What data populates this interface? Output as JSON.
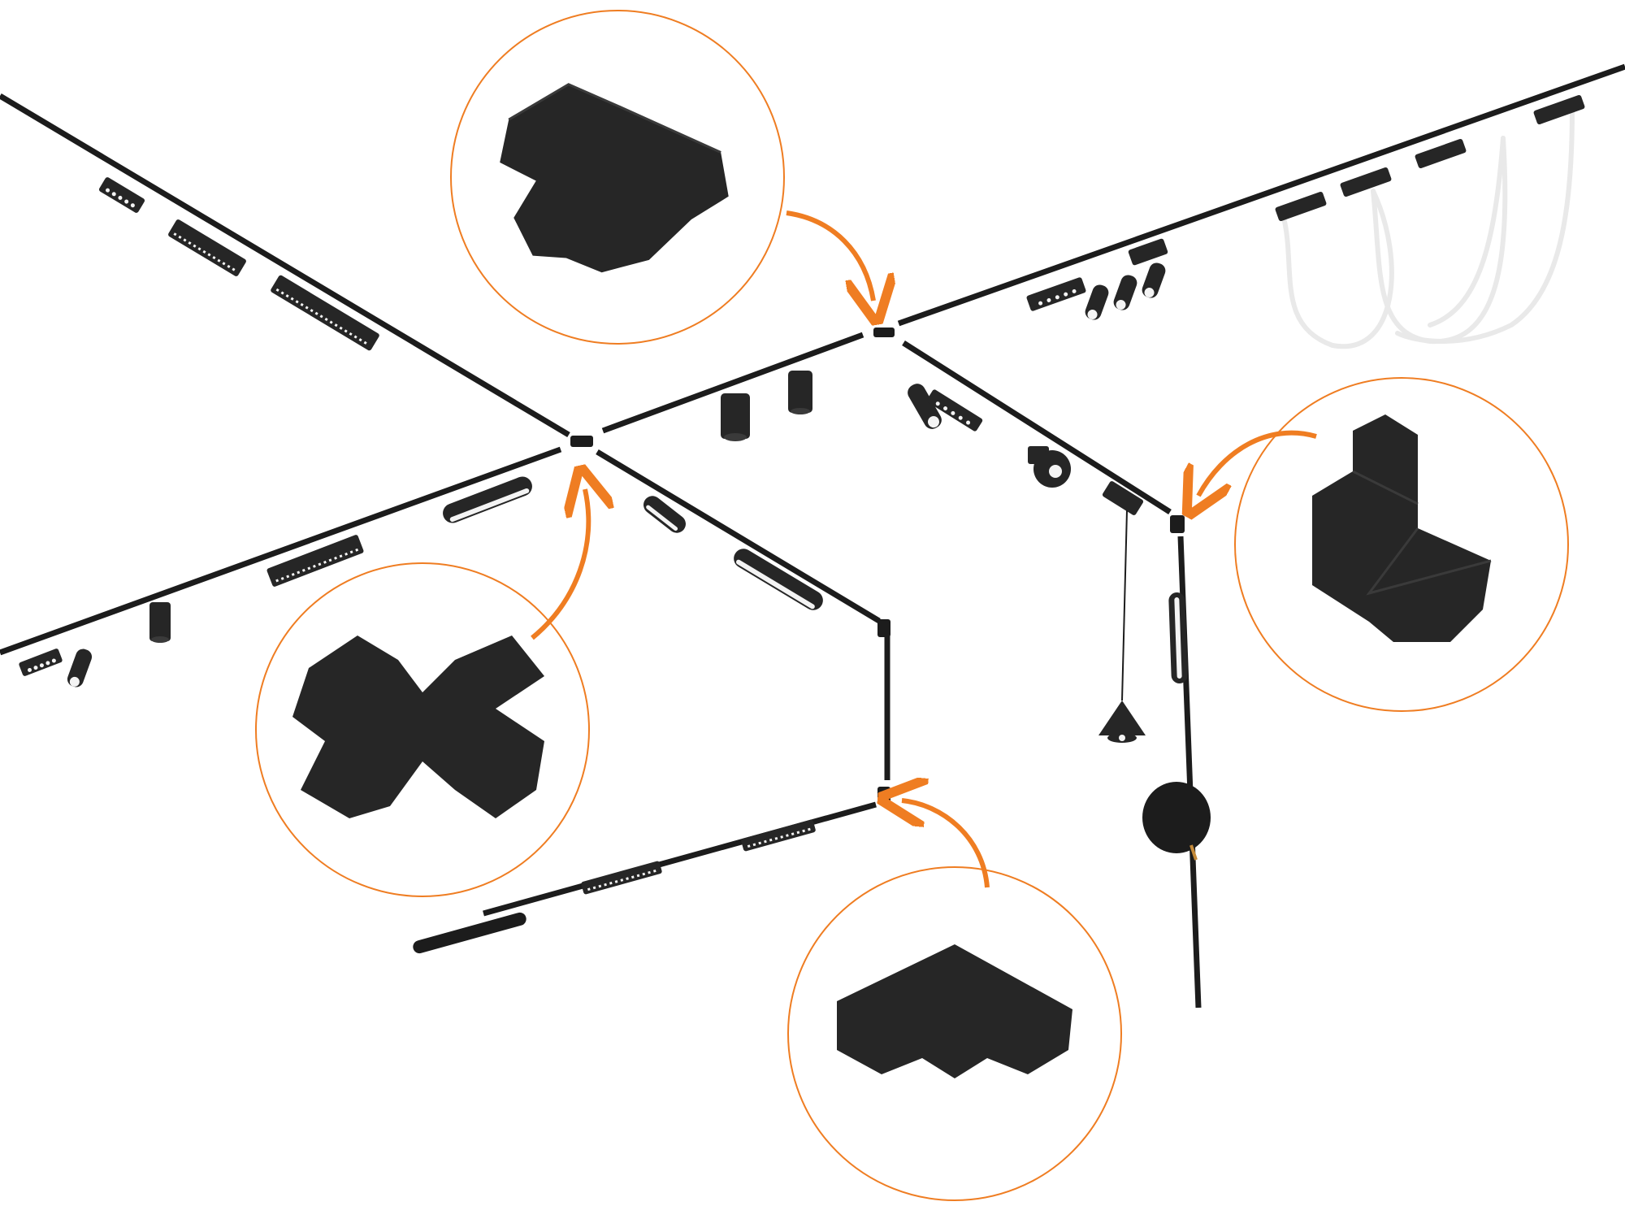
{
  "diagram": {
    "kind": "magnetic-track-lighting-system",
    "text_labels": [],
    "colors": {
      "background": "#ffffff",
      "track": "#1c1c1c",
      "fixture": "#262626",
      "fixture_light": "#3a3a3a",
      "accent": "#ef7d22",
      "lens": "#f4f4f4",
      "pin": "#ffffff"
    },
    "callouts": [
      {
        "id": "t-connector",
        "icon": "t-connector-icon"
      },
      {
        "id": "x-connector",
        "icon": "x-connector-icon"
      },
      {
        "id": "vertical-l-connector",
        "icon": "vertical-corner-connector-icon"
      },
      {
        "id": "flat-l-connector",
        "icon": "l-connector-icon"
      }
    ],
    "fixtures": [
      "linear-spot-fixture-icon",
      "linear-grille-fixture-icon",
      "spotlight-icon",
      "cylinder-downlight-icon",
      "linear-diffuser-fixture-icon",
      "pendant-cone-icon",
      "round-wall-lamp-icon",
      "flexible-neon-loop-icon"
    ]
  }
}
